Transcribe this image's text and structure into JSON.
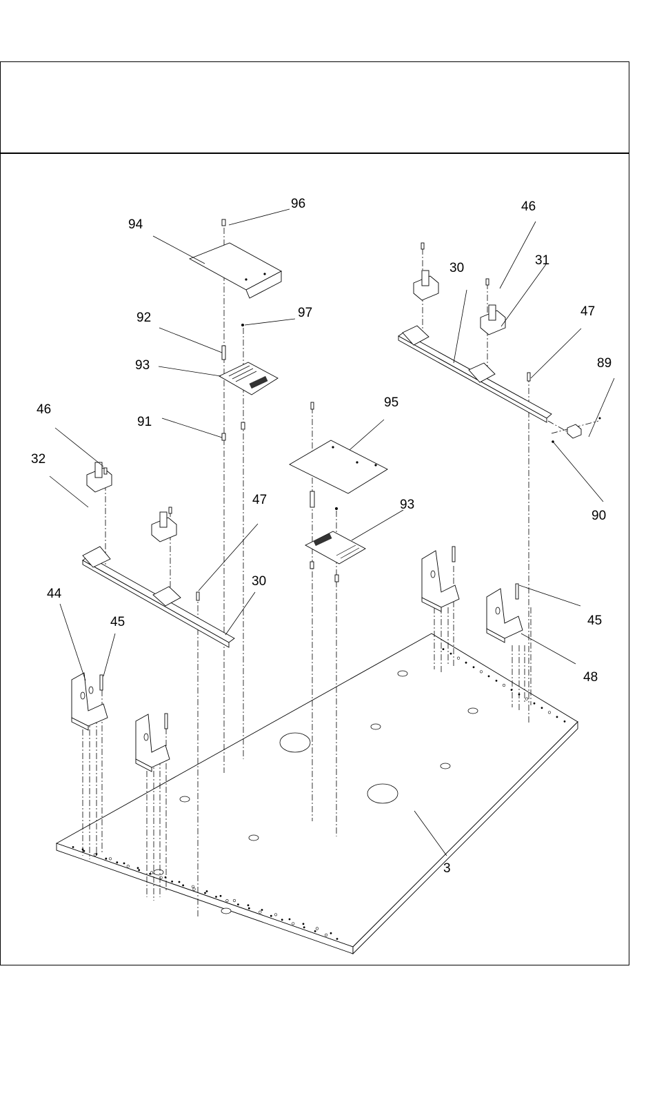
{
  "document": {
    "header_title": "",
    "figure_type": "exploded-parts-diagram"
  },
  "callouts": [
    {
      "id": "c96",
      "label": "96",
      "part": "screw-top-cover"
    },
    {
      "id": "c94",
      "label": "94",
      "part": "top-cover-bracket"
    },
    {
      "id": "c92",
      "label": "92",
      "part": "standoff-long"
    },
    {
      "id": "c97",
      "label": "97",
      "part": "screw-small"
    },
    {
      "id": "c93a",
      "label": "93",
      "part": "circuit-board-left"
    },
    {
      "id": "c91",
      "label": "91",
      "part": "standoff-short"
    },
    {
      "id": "c46a",
      "label": "46",
      "part": "screw-bracket-left"
    },
    {
      "id": "c32",
      "label": "32",
      "part": "rail-bracket-left"
    },
    {
      "id": "c47a",
      "label": "47",
      "part": "screw-rail-left"
    },
    {
      "id": "c30a",
      "label": "30",
      "part": "linear-rail-left"
    },
    {
      "id": "c44",
      "label": "44",
      "part": "support-leg-left"
    },
    {
      "id": "c45a",
      "label": "45",
      "part": "leg-screw-left"
    },
    {
      "id": "c95",
      "label": "95",
      "part": "cover-plate"
    },
    {
      "id": "c93b",
      "label": "93",
      "part": "circuit-board-right"
    },
    {
      "id": "c46b",
      "label": "46",
      "part": "screw-bracket-right"
    },
    {
      "id": "c30b",
      "label": "30",
      "part": "linear-rail-right"
    },
    {
      "id": "c31",
      "label": "31",
      "part": "rail-bracket-right"
    },
    {
      "id": "c47b",
      "label": "47",
      "part": "screw-rail-right"
    },
    {
      "id": "c89",
      "label": "89",
      "part": "end-stop-block"
    },
    {
      "id": "c90",
      "label": "90",
      "part": "end-stop-screw"
    },
    {
      "id": "c45b",
      "label": "45",
      "part": "leg-screw-right"
    },
    {
      "id": "c48",
      "label": "48",
      "part": "support-leg-right"
    },
    {
      "id": "c3",
      "label": "3",
      "part": "base-plate"
    }
  ]
}
